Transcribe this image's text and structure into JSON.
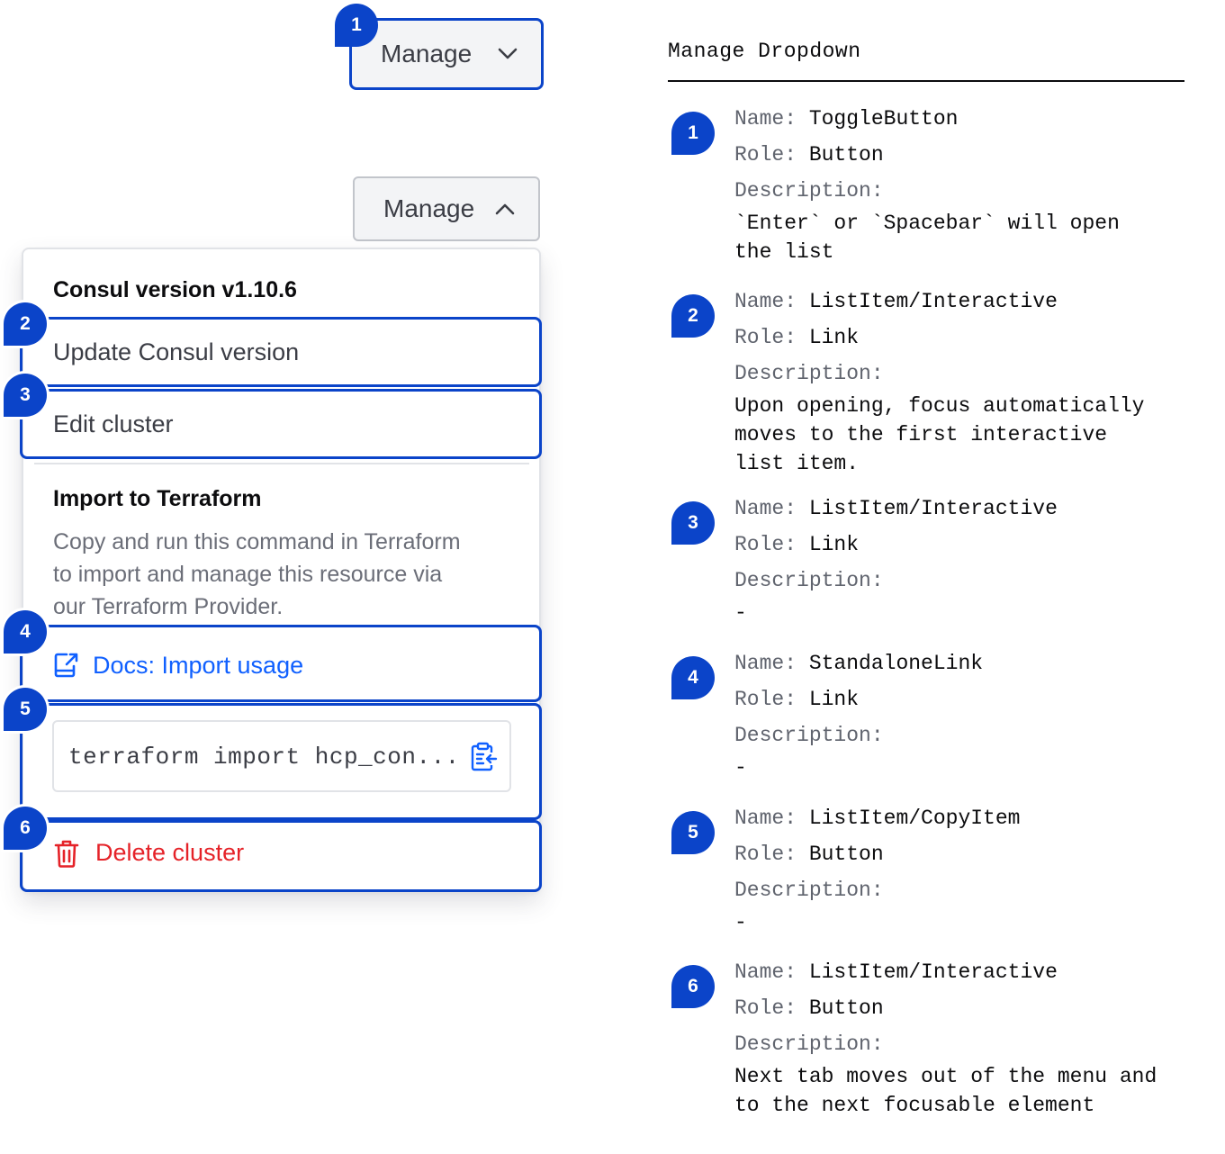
{
  "toggle_closed": {
    "label": "Manage",
    "badge": "1"
  },
  "toggle_open": {
    "label": "Manage"
  },
  "dropdown": {
    "header": "Consul version v1.10.6",
    "items": [
      {
        "badge": "2",
        "label": "Update Consul version"
      },
      {
        "badge": "3",
        "label": "Edit cluster"
      }
    ],
    "import_section": {
      "title": "Import to Terraform",
      "description_lines": [
        "Copy and run this command in Terraform",
        "to import and manage this resource via",
        "our Terraform Provider."
      ]
    },
    "docs_link": {
      "badge": "4",
      "label": "Docs: Import usage",
      "icon": "external-link-icon"
    },
    "copy_item": {
      "badge": "5",
      "code": "terraform import hcp_con...",
      "icon": "clipboard-copy-icon"
    },
    "delete_item": {
      "badge": "6",
      "label": "Delete cluster",
      "icon": "trash-icon"
    }
  },
  "spec": {
    "title": "Manage Dropdown",
    "labels": {
      "name": "Name:",
      "role": "Role:",
      "description": "Description:"
    },
    "entries": [
      {
        "badge": "1",
        "name": "ToggleButton",
        "role": "Button",
        "description": "`Enter` or `Spacebar` will open\nthe list"
      },
      {
        "badge": "2",
        "name": "ListItem/Interactive",
        "role": "Link",
        "description": "Upon opening, focus automatically\nmoves to the first interactive\nlist item."
      },
      {
        "badge": "3",
        "name": "ListItem/Interactive",
        "role": "Link",
        "description": "-"
      },
      {
        "badge": "4",
        "name": "StandaloneLink",
        "role": "Link",
        "description": "-"
      },
      {
        "badge": "5",
        "name": "ListItem/CopyItem",
        "role": "Button",
        "description": "-"
      },
      {
        "badge": "6",
        "name": "ListItem/Interactive",
        "role": "Button",
        "description": "Next tab moves out of the menu and\nto the next focusable element"
      }
    ]
  },
  "colors": {
    "focus_blue": "#0b44c9",
    "link_blue": "#1060ff",
    "danger_red": "#e52228",
    "muted_text": "#6b6e78"
  }
}
